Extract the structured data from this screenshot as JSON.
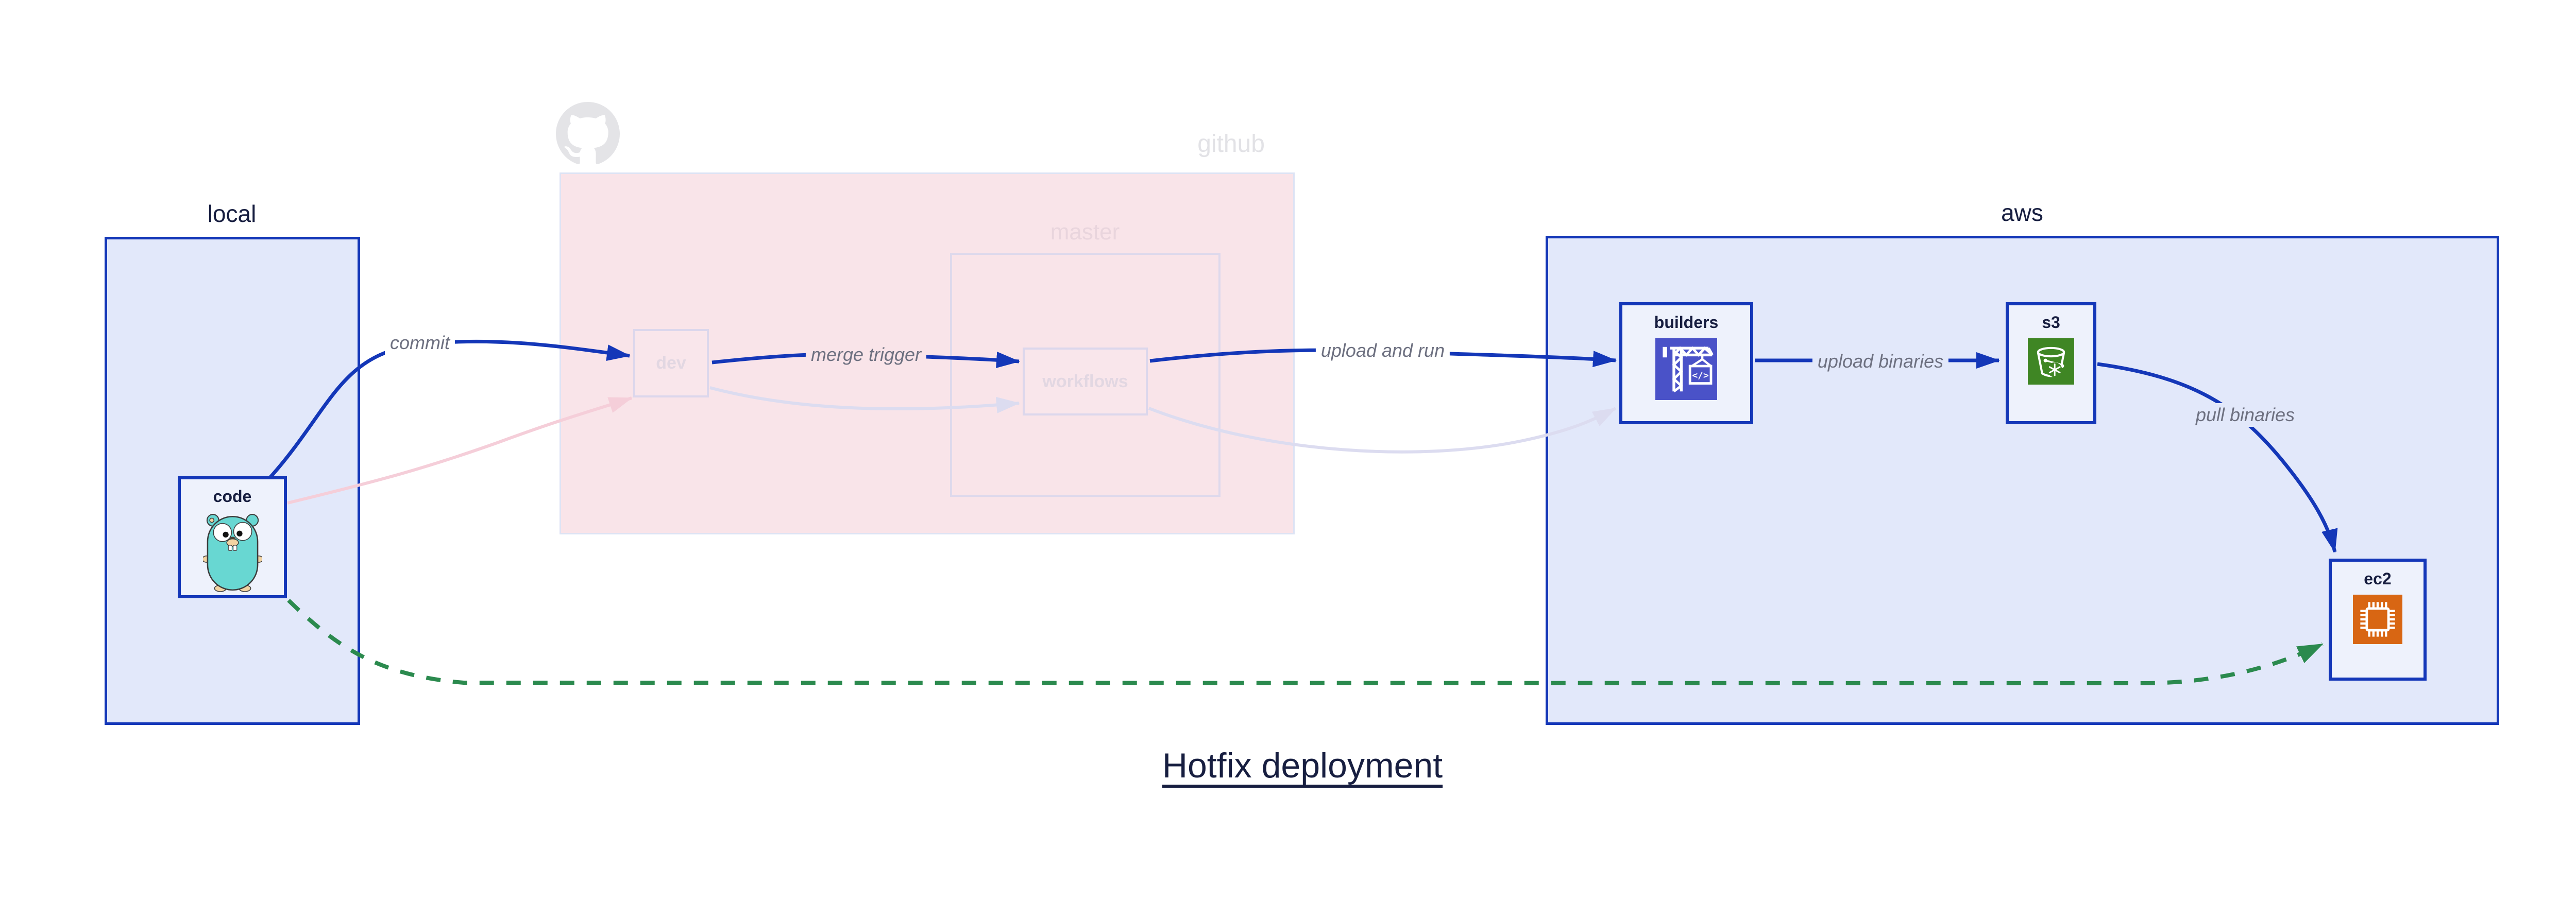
{
  "title": "Hotfix deployment",
  "groups": {
    "local": {
      "label": "local"
    },
    "github": {
      "label": "github"
    },
    "master": {
      "label": "master"
    },
    "aws": {
      "label": "aws"
    }
  },
  "nodes": {
    "code": {
      "label": "code",
      "icon": "go-gopher-icon"
    },
    "dev": {
      "label": "dev"
    },
    "workflows": {
      "label": "workflows"
    },
    "builders": {
      "label": "builders",
      "icon": "aws-codebuild-crane-icon"
    },
    "s3": {
      "label": "s3",
      "icon": "aws-s3-bucket-icon"
    },
    "ec2": {
      "label": "ec2",
      "icon": "aws-ec2-chip-icon"
    }
  },
  "edges": {
    "commit": {
      "label": "commit",
      "from": "code",
      "to": "dev"
    },
    "merge_trigger": {
      "label": "merge trigger",
      "from": "dev",
      "to": "workflows"
    },
    "upload_and_run": {
      "label": "upload and run",
      "from": "workflows",
      "to": "builders"
    },
    "upload_binaries": {
      "label": "upload binaries",
      "from": "builders",
      "to": "s3"
    },
    "pull_binaries": {
      "label": "pull binaries",
      "from": "s3",
      "to": "ec2"
    },
    "hotfix_path": {
      "label": "",
      "from": "code",
      "to": "ec2",
      "style": "dashed-green"
    },
    "faded_code_dev": {
      "label": "",
      "from": "code",
      "to": "dev",
      "style": "faded-pink"
    },
    "faded_dev_workflows": {
      "label": "",
      "from": "dev",
      "to": "workflows",
      "style": "faded-lavender"
    },
    "faded_workflows_builders": {
      "label": "",
      "from": "workflows",
      "to": "builders",
      "style": "faded-lavender"
    }
  },
  "colors": {
    "primary_blue": "#1437b8",
    "container_fill": "#e2e8fa",
    "node_fill": "#eef2fc",
    "github_fill": "#f9e4e9",
    "faded_border": "#dcd7ec",
    "faded_pink_edge": "#f5ced9",
    "faded_lavender_edge": "#dcdcf0",
    "hotfix_green": "#2b8a4e",
    "codebuild_indigo": "#4a52c8",
    "s3_green": "#3f8624",
    "ec2_orange": "#d86613",
    "dark_text": "#171e40",
    "edge_label_gray": "#6d7080",
    "watermark_gray": "#e4e4e7"
  }
}
